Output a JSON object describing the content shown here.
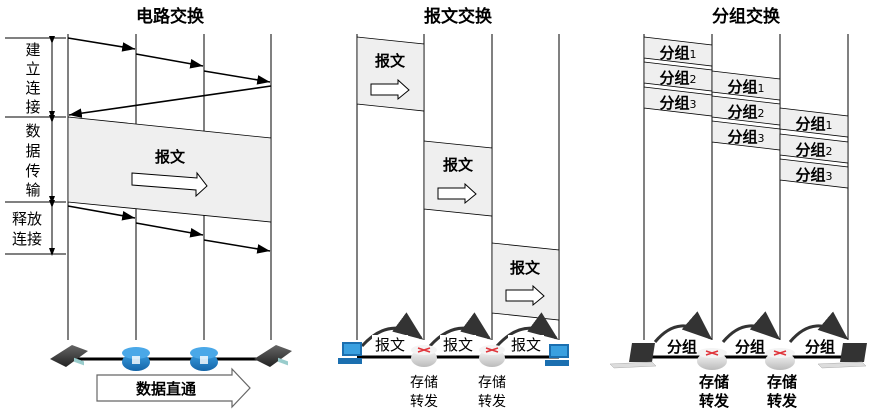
{
  "circuit": {
    "title": "电路交换",
    "phase_setup": [
      "建",
      "立",
      "连",
      "接"
    ],
    "phase_transfer": [
      "数",
      "据",
      "传",
      "输"
    ],
    "phase_release": [
      "释放",
      "连接"
    ],
    "message": "报文",
    "bottom_arrow": "数据直通"
  },
  "message_switching": {
    "title": "报文交换",
    "message": "报文",
    "link_labels": [
      "报文",
      "报文",
      "报文"
    ],
    "router_labels": [
      [
        "存储",
        "转发"
      ],
      [
        "存储",
        "转发"
      ]
    ]
  },
  "packet_switching": {
    "title": "分组交换",
    "packet_prefix": "分组",
    "packet_numbers": [
      "1",
      "2",
      "3"
    ],
    "link_labels": [
      "分组",
      "分组",
      "分组"
    ],
    "router_labels": [
      [
        "存储",
        "转发"
      ],
      [
        "存储",
        "转发"
      ]
    ]
  },
  "colors": {
    "box_fill": "#efefef",
    "router_blue": "#1b7fc7",
    "router_red": "#e0343a"
  }
}
